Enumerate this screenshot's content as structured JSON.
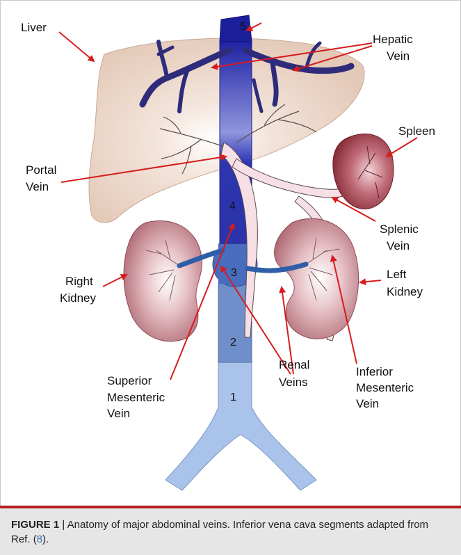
{
  "labels": {
    "liver": "Liver",
    "hepatic_1": "Hepatic",
    "hepatic_2": "Vein",
    "spleen": "Spleen",
    "portal_1": "Portal",
    "portal_2": "Vein",
    "splenic_1": "Splenic",
    "splenic_2": "Vein",
    "right_kidney_1": "Right",
    "right_kidney_2": "Kidney",
    "left_kidney_1": "Left",
    "left_kidney_2": "Kidney",
    "renal_1": "Renal",
    "renal_2": "Veins",
    "ima_1": "Inferior",
    "ima_2": "Mesenteric",
    "ima_3": "Vein",
    "sma_1": "Superior",
    "sma_2": "Mesenteric",
    "sma_3": "Vein"
  },
  "segments": {
    "s1": "1",
    "s2": "2",
    "s3": "3",
    "s4": "4",
    "s5": "5"
  },
  "caption": {
    "figure": "FIGURE 1",
    "separator": " | ",
    "text": "Anatomy of major abdominal veins. Inferior vena cava segments adapted from Ref. ",
    "ref_open": "(",
    "ref": "8",
    "ref_close": ")."
  },
  "colors": {
    "liver": "#e7cfbf",
    "hepatic_vein": "#2e2c7a",
    "portal_vein": "#f7dfe6",
    "ivc_seg4": "#3d47b8",
    "ivc_seg3": "#4a6cbf",
    "ivc_seg2": "#6f8fcb",
    "ivc_seg1": "#a9c3ea",
    "kidney": "#c98f97",
    "spleen": "#9e3b47",
    "arrow": "#d61c1c",
    "caption_rule": "#b51e1e"
  }
}
